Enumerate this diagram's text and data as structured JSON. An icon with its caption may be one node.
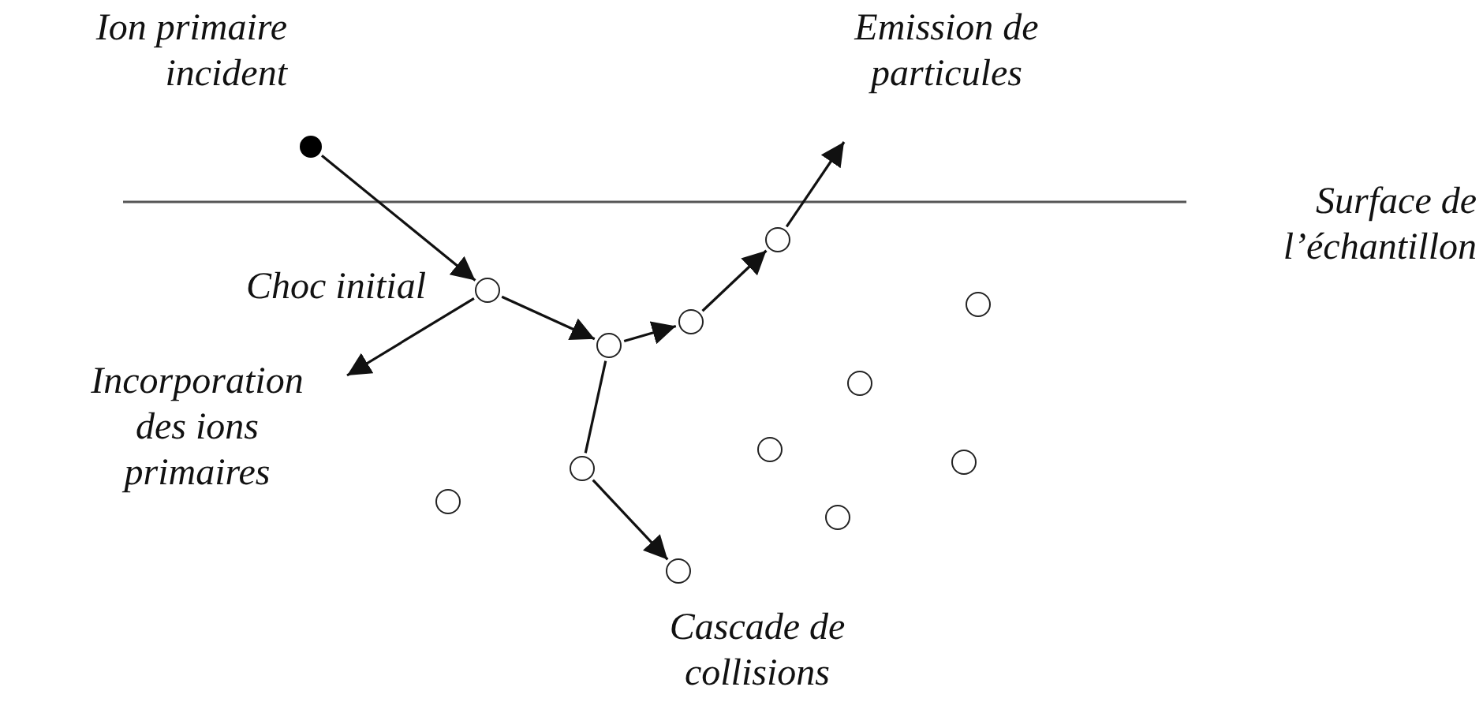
{
  "diagram": {
    "nodes": [
      {
        "text": [],
        "shape": "circle",
        "beside": [
          "Ion primaire incident"
        ]
      },
      {
        "text": [],
        "shape": "circle",
        "beside": [
          "Choc initial"
        ]
      },
      {
        "text": [],
        "shape": "circle"
      },
      {
        "text": [],
        "shape": "circle"
      },
      {
        "text": [],
        "shape": "circle"
      },
      {
        "text": [
          "Emission de particules"
        ]
      },
      {
        "text": [
          "Incorporation des ions primaires"
        ]
      },
      {
        "text": [],
        "shape": "circle"
      },
      {
        "text": [],
        "shape": "circle",
        "beside": [
          "Cascade de collisions"
        ]
      },
      {
        "text": [],
        "shape": "circle"
      },
      {
        "text": [],
        "shape": "circle"
      },
      {
        "text": [],
        "shape": "circle"
      },
      {
        "text": [],
        "shape": "circle"
      },
      {
        "text": [],
        "shape": "circle"
      },
      {
        "text": [],
        "shape": "circle"
      }
    ],
    "edges": [
      {
        "from": 0,
        "to": 1,
        "arrow": "to"
      },
      {
        "from": 1,
        "to": 6,
        "arrow": "to"
      },
      {
        "from": 1,
        "to": 2,
        "arrow": "to"
      },
      {
        "from": 2,
        "to": 3,
        "arrow": "to"
      },
      {
        "from": 3,
        "to": 4,
        "arrow": "to"
      },
      {
        "from": 4,
        "to": 5,
        "arrow": "to"
      },
      {
        "from": 2,
        "to": 7,
        "arrow": "none"
      },
      {
        "from": 7,
        "to": 8,
        "arrow": "to"
      }
    ],
    "labels": [
      "Surface de l’échantillon"
    ]
  }
}
